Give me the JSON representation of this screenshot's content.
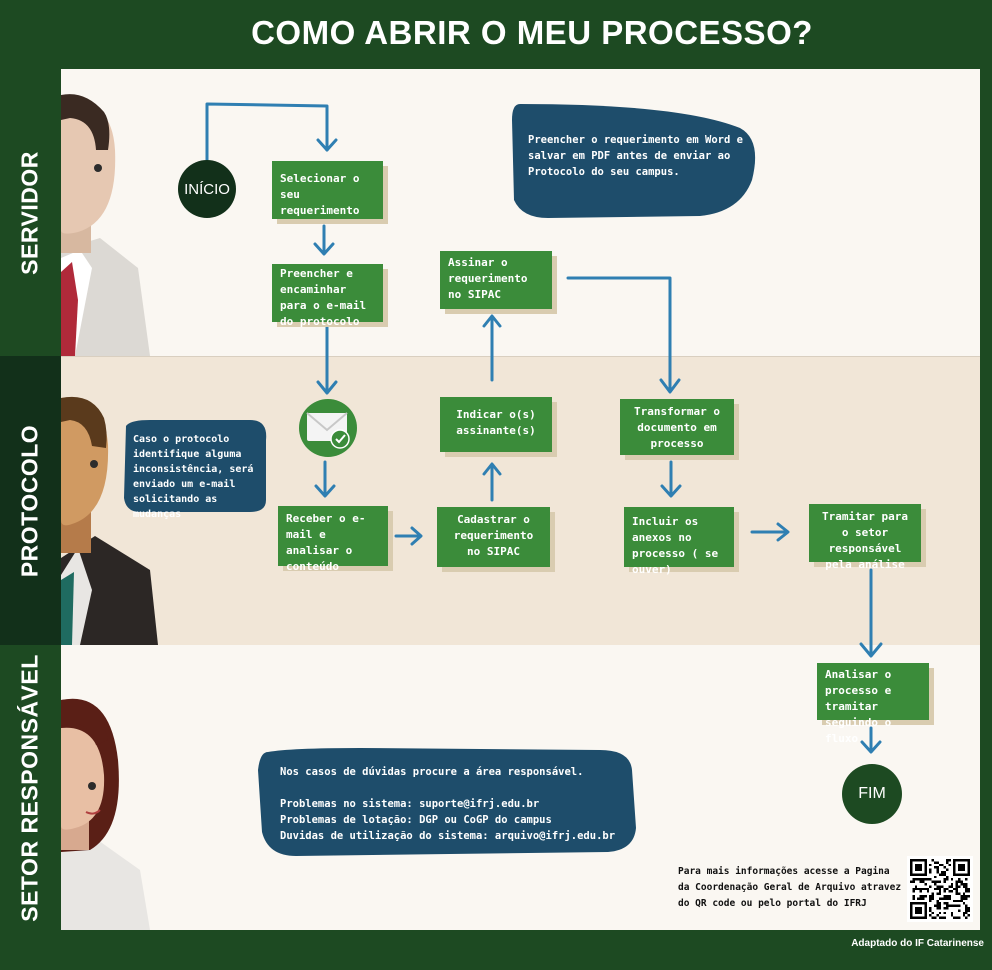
{
  "title": "COMO ABRIR O MEU PROCESSO?",
  "lanes": [
    {
      "label": "SERVIDOR"
    },
    {
      "label": "PROTOCOLO"
    },
    {
      "label": "SETOR RESPONSÁVEL"
    }
  ],
  "start_label": "INÍCIO",
  "end_label": "FIM",
  "steps": {
    "select": "Selecionar o seu requerimento",
    "fill": "Preencher e encaminhar para o e-mail do protocolo",
    "sign": "Assinar o requerimento no SIPAC",
    "receive": "Receber o e-mail e analisar o conteúdo",
    "register": "Cadastrar o requerimento no SIPAC",
    "indicate": "Indicar o(s) assinante(s)",
    "transform": "Transformar o documento em processo",
    "attach": "Incluir os anexos no processo ( se ouver)",
    "forward": "Tramitar para o setor responsável pela análise",
    "analyze": "Analisar o processo e tramitar seguindo o fluxo"
  },
  "notes": {
    "word_pdf": "Preencher o requerimento em Word e salvar em PDF antes de enviar ao Protocolo do seu campus.",
    "inconsistency": "Caso o protocolo identifique alguma inconsistência, será enviado um e-mail solicitando as mudanças",
    "doubts_title": "Nos casos de dúvidas procure a área responsável.",
    "doubts_lines": [
      "Problemas no sistema: suporte@ifrj.edu.br",
      "Problemas de lotação: DGP ou CoGP do campus",
      "Duvidas de utilização do sistema: arquivo@ifrj.edu.br"
    ]
  },
  "more_info": "Para mais informações acesse a Pagina da Coordenação Geral de Arquivo atravez do QR code ou pelo portal do IFRJ",
  "credit": "Adaptado do IF Catarinense",
  "colors": {
    "dark_green": "#1d4a22",
    "step_green": "#3b8c3a",
    "bubble_blue": "#1e4d6b",
    "arrow_blue": "#2f7fb2"
  }
}
